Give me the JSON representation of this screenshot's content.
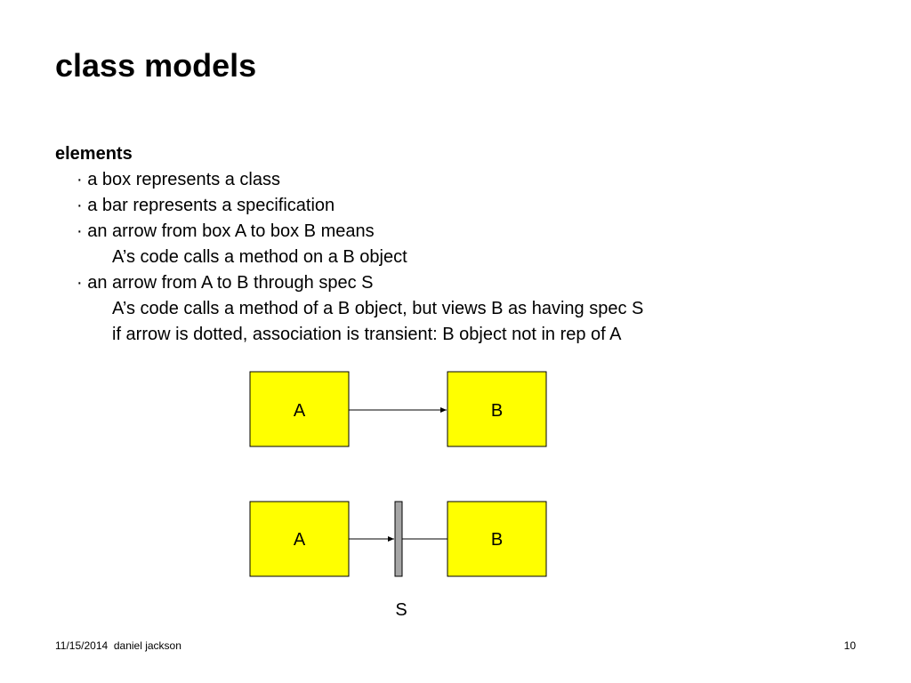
{
  "title": "class models",
  "section": {
    "heading": "elements",
    "lines": [
      {
        "level": 1,
        "text": "· a box represents a class"
      },
      {
        "level": 1,
        "text": "· a bar represents a specification"
      },
      {
        "level": 1,
        "text": "· an arrow from box A to box B means"
      },
      {
        "level": 2,
        "text": "A’s code calls a method on a B object"
      },
      {
        "level": 1,
        "text": "· an arrow from A to B through spec S"
      },
      {
        "level": 2,
        "text": "A’s code calls a method of a B object, but views B as having spec S"
      },
      {
        "level": 2,
        "text": "if arrow is dotted, association is transient: B object not in rep of A"
      }
    ]
  },
  "diagram": {
    "box_color": "#ffff00",
    "bar_color": "#a6a6a6",
    "top_row": {
      "left_box_label": "A",
      "right_box_label": "B"
    },
    "bottom_row": {
      "left_box_label": "A",
      "right_box_label": "B",
      "spec_label": "S"
    }
  },
  "footer": {
    "date": "11/15/2014",
    "author": "daniel jackson",
    "page_number": "10"
  }
}
